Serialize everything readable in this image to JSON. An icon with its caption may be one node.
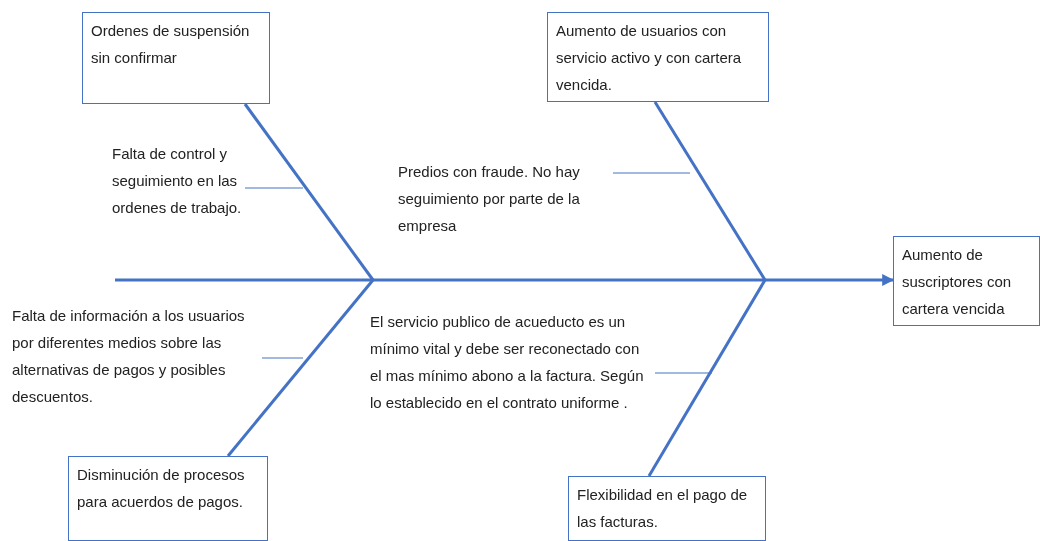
{
  "diagram": {
    "nodes": [
      {
        "text": [
          "Ordenes de suspensión sin confirmar"
        ]
      },
      {
        "text": [
          "Aumento de usuarios con servicio activo y con cartera vencida."
        ]
      },
      {
        "text": [
          "Falta de control y seguimiento en las ordenes de trabajo."
        ]
      },
      {
        "text": [
          "Predios con fraude. No hay seguimiento por parte de la empresa"
        ]
      },
      {
        "text": [
          "Aumento de suscriptores con cartera vencida"
        ]
      },
      {
        "text": [
          "Falta de información a los usuarios por diferentes medios sobre las alternativas de pagos y posibles descuentos."
        ]
      },
      {
        "text": [
          "El servicio publico de acueducto es un mínimo vital y debe ser reconectado con el mas mínimo abono a la factura. Según lo establecido en el contrato uniforme ."
        ]
      },
      {
        "text": [
          "Disminución de procesos para acuerdos de pagos."
        ]
      },
      {
        "text": [
          "Flexibilidad en el pago de las facturas."
        ]
      }
    ],
    "edges": [
      {
        "from": null,
        "to": 4,
        "arrow": "to"
      },
      {
        "from": 0,
        "to": null,
        "arrow": "none"
      },
      {
        "from": 1,
        "to": null,
        "arrow": "none"
      },
      {
        "from": 7,
        "to": null,
        "arrow": "none"
      },
      {
        "from": 8,
        "to": null,
        "arrow": "none"
      },
      {
        "from": 2,
        "to": null,
        "arrow": "none"
      },
      {
        "from": 3,
        "to": null,
        "arrow": "none"
      },
      {
        "from": 5,
        "to": null,
        "arrow": "none"
      },
      {
        "from": 6,
        "to": null,
        "arrow": "none"
      }
    ]
  }
}
